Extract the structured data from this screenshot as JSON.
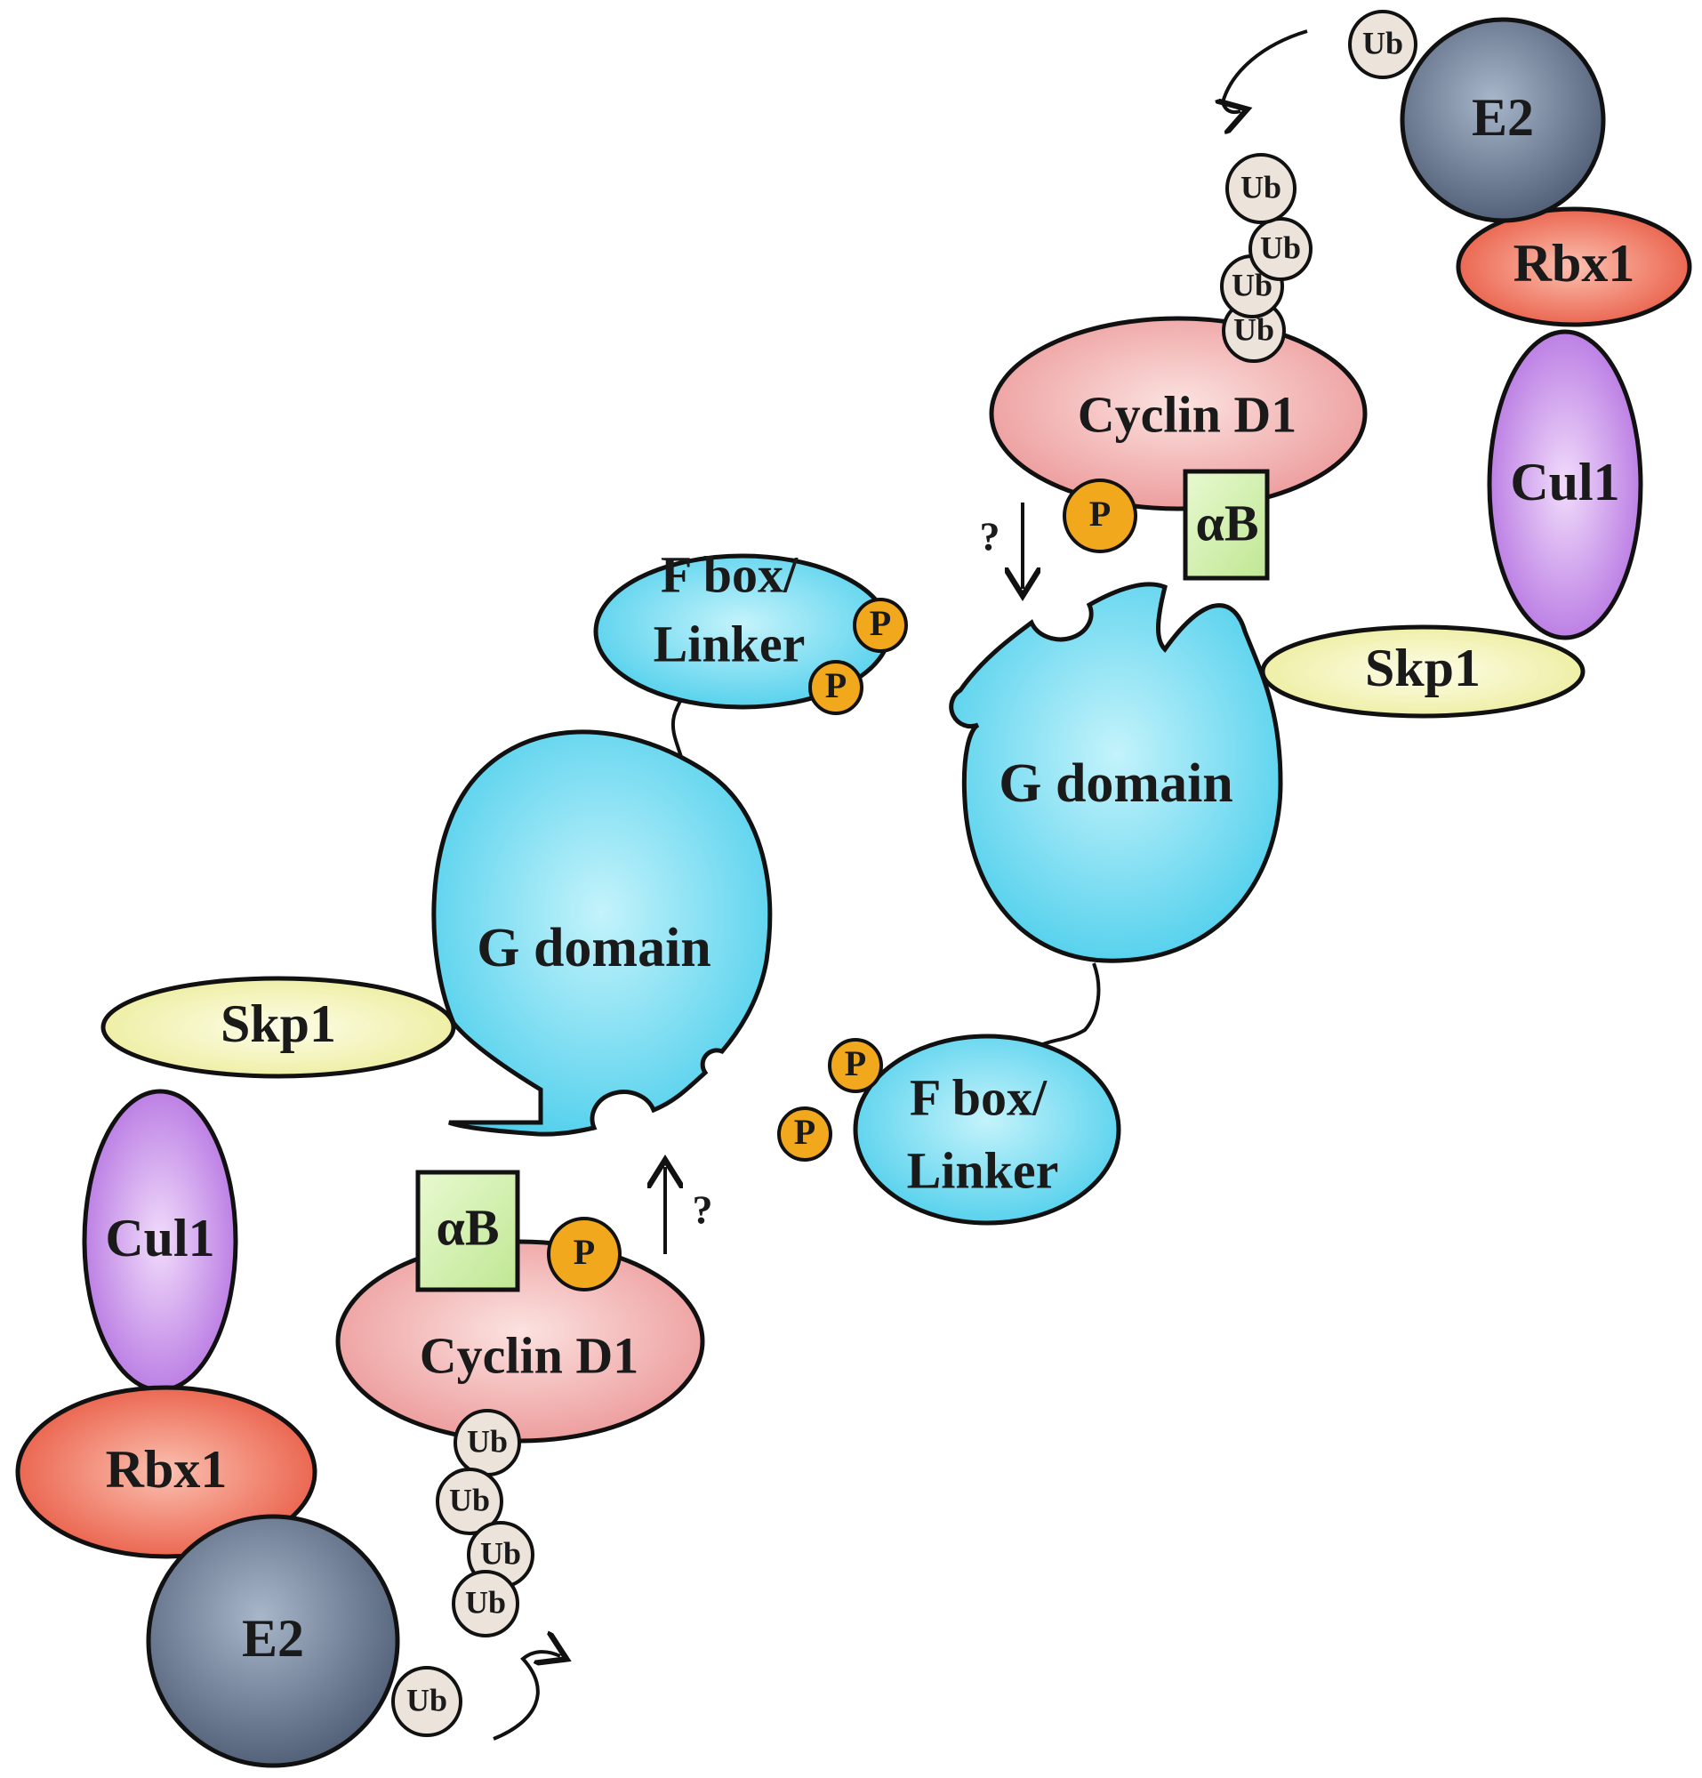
{
  "labels": {
    "g_domain": "G domain",
    "f_box_line1": "F box/",
    "f_box_line2": "Linker",
    "skp1": "Skp1",
    "cul1": "Cul1",
    "rbx1": "Rbx1",
    "e2": "E2",
    "cyclin_d1": "Cyclin D1",
    "alpha_b": "αB",
    "p": "P",
    "ub": "Ub",
    "question": "?"
  },
  "colors": {
    "g_domain": "#5fd5ee",
    "f_box": "#5fd5ee",
    "skp1": "#f3f2b0",
    "cul1": "#c98be8",
    "rbx1": "#ee6a55",
    "e2": "#5d6d86",
    "cyclin_d1": "#f0a8a8",
    "alpha_b": "#cdeea6",
    "p": "#f2a81c",
    "ub": "#ece3da"
  }
}
